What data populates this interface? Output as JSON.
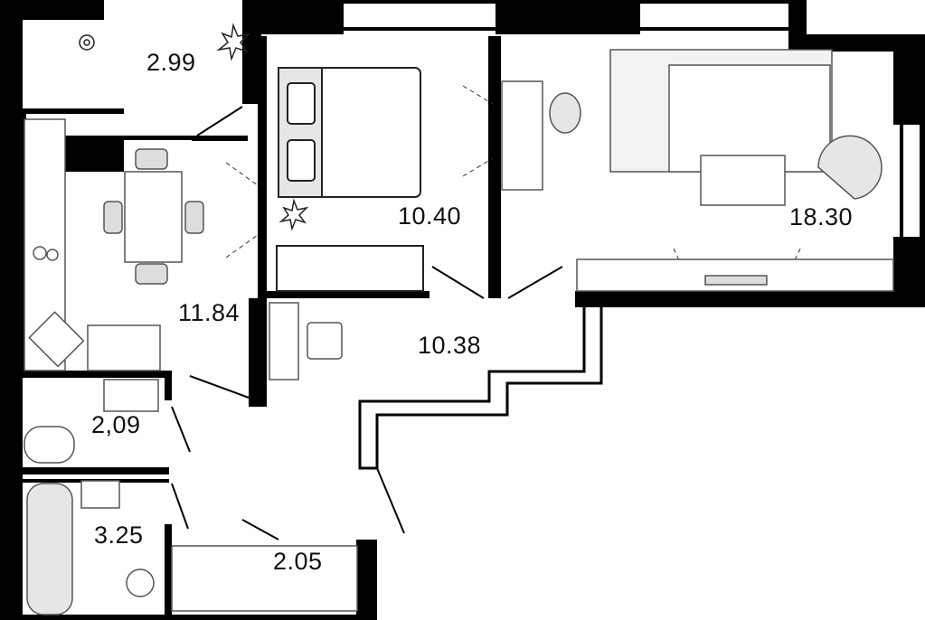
{
  "plan": {
    "rooms": [
      {
        "id": "balcony",
        "area": "2.99"
      },
      {
        "id": "bedroom",
        "area": "10.40"
      },
      {
        "id": "living-room",
        "area": "18.30"
      },
      {
        "id": "kitchen",
        "area": "11.84"
      },
      {
        "id": "hallway",
        "area": "10.38"
      },
      {
        "id": "toilet",
        "area": "2,09"
      },
      {
        "id": "bathroom",
        "area": "3.25"
      },
      {
        "id": "wardrobe",
        "area": "2.05"
      }
    ],
    "colors": {
      "wall": "#000000",
      "furniture_fill": "#e6e6e6",
      "line": "#222222"
    }
  }
}
